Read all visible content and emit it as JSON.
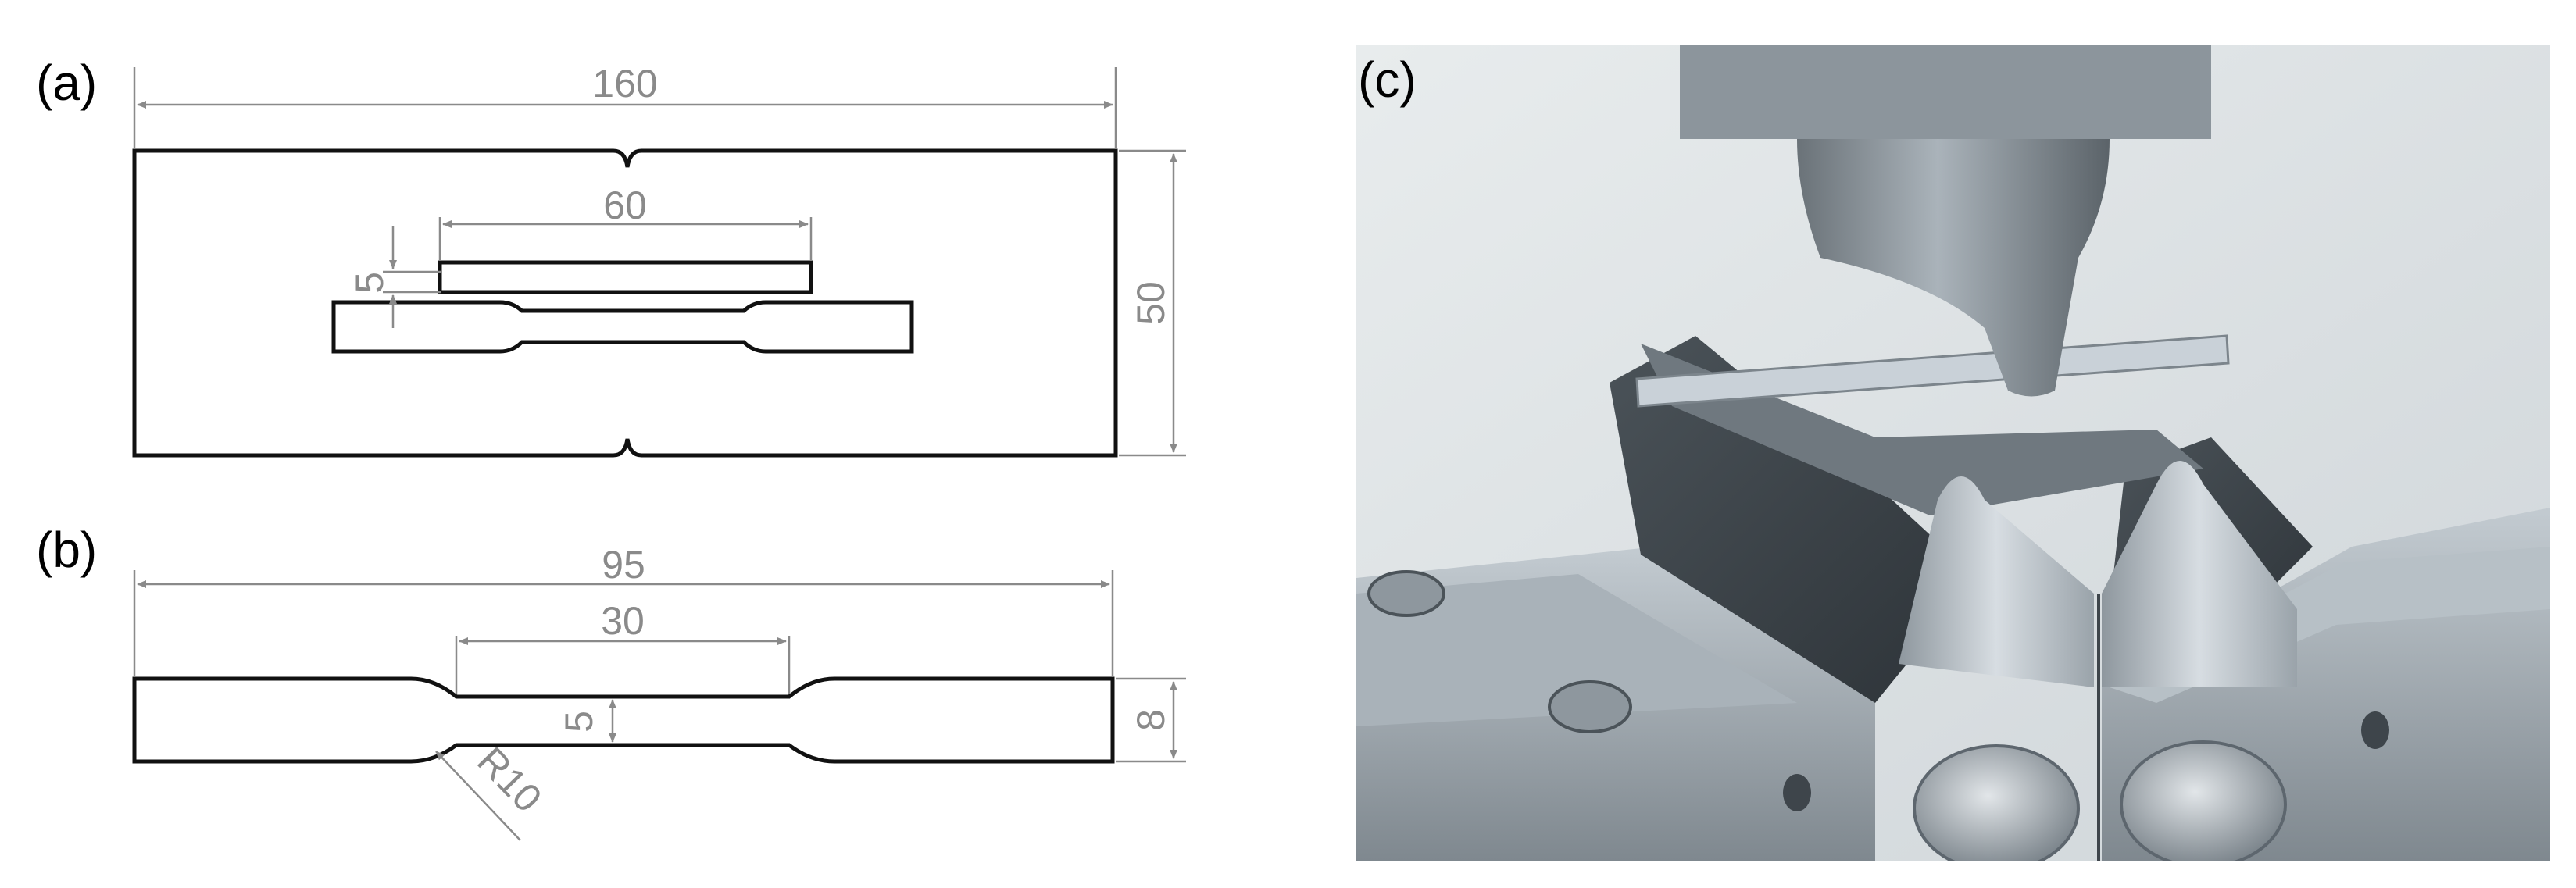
{
  "panels": {
    "a": {
      "label": "(a)",
      "dims": {
        "overall_length": "160",
        "overall_height": "50",
        "slot_length": "60",
        "slot_gap": "5"
      }
    },
    "b": {
      "label": "(b)",
      "dims": {
        "overall_length": "95",
        "gauge_length": "30",
        "gauge_width": "5",
        "grip_width": "8",
        "fillet_radius": "R10"
      }
    },
    "c": {
      "label": "(c)",
      "photo": "v-notch-impact-test-fixture"
    }
  },
  "colors": {
    "outline": "#111111",
    "dimension": "#8a8a8a",
    "metal_light": "#c9d1d8",
    "metal_dark": "#5d666e",
    "background_photo": "#dfe3e6"
  }
}
